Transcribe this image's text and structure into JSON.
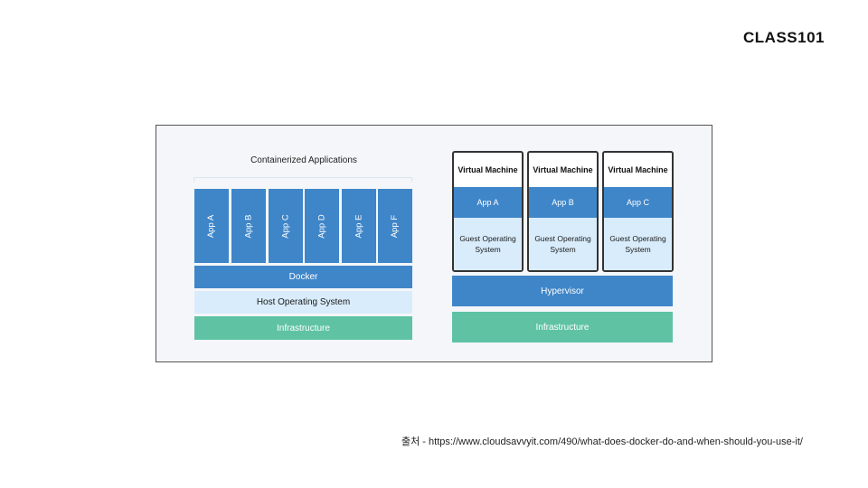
{
  "brand": "CLASS101",
  "containers": {
    "title": "Containerized Applications",
    "apps": [
      "App A",
      "App B",
      "App C",
      "App D",
      "App E",
      "App F"
    ],
    "docker": "Docker",
    "host_os": "Host Operating System",
    "infrastructure": "Infrastructure"
  },
  "virtual_machines": {
    "vms": [
      {
        "title": "Virtual Machine",
        "app": "App A",
        "os": "Guest Operating System"
      },
      {
        "title": "Virtual Machine",
        "app": "App B",
        "os": "Guest Operating System"
      },
      {
        "title": "Virtual Machine",
        "app": "App C",
        "os": "Guest Operating System"
      }
    ],
    "hypervisor": "Hypervisor",
    "infrastructure": "Infrastructure"
  },
  "source": "출처 - https://www.cloudsavvyit.com/490/what-does-docker-do-and-when-should-you-use-it/",
  "colors": {
    "layer_blue": "#3f86c9",
    "layer_light_blue": "#d9ecfb",
    "layer_green": "#5fc3a3"
  }
}
